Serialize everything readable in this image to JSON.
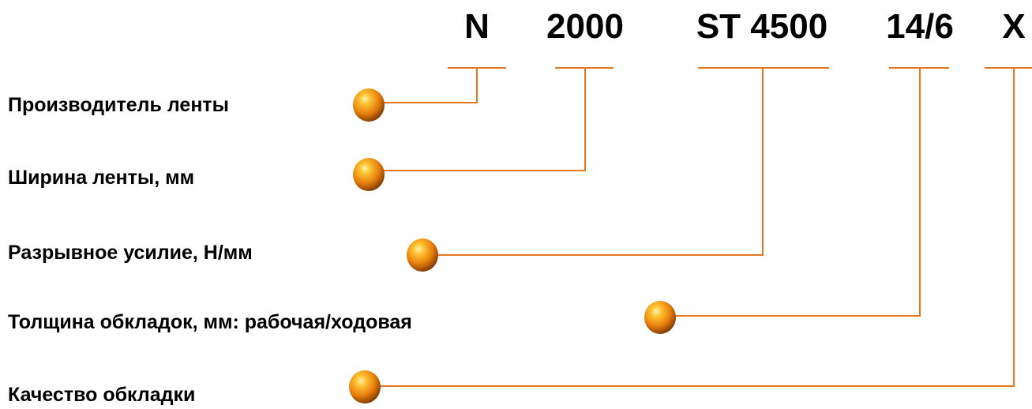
{
  "colors": {
    "line": "#e87722",
    "bullet_light": "#ffd24a",
    "bullet_mid": "#ee8a0c",
    "bullet_dark": "#7a3200",
    "text": "#000000"
  },
  "code_parts": [
    {
      "id": "manufacturer",
      "text": "N"
    },
    {
      "id": "width",
      "text": "2000"
    },
    {
      "id": "strength",
      "text": "ST 4500"
    },
    {
      "id": "thickness",
      "text": "14/6"
    },
    {
      "id": "quality",
      "text": "X"
    }
  ],
  "legend_items": [
    {
      "id": "manufacturer",
      "label": "Производитель ленты",
      "bullet_icon": "orange-sphere-icon"
    },
    {
      "id": "width",
      "label": "Ширина ленты, мм",
      "bullet_icon": "orange-sphere-icon"
    },
    {
      "id": "strength",
      "label": "Разрывное усилие, Н/мм",
      "bullet_icon": "orange-sphere-icon"
    },
    {
      "id": "thickness",
      "label": "Толщина обкладок, мм: рабочая/ходовая",
      "bullet_icon": "orange-sphere-icon"
    },
    {
      "id": "quality",
      "label": "Качество обкладки",
      "bullet_icon": "orange-sphere-icon"
    }
  ]
}
